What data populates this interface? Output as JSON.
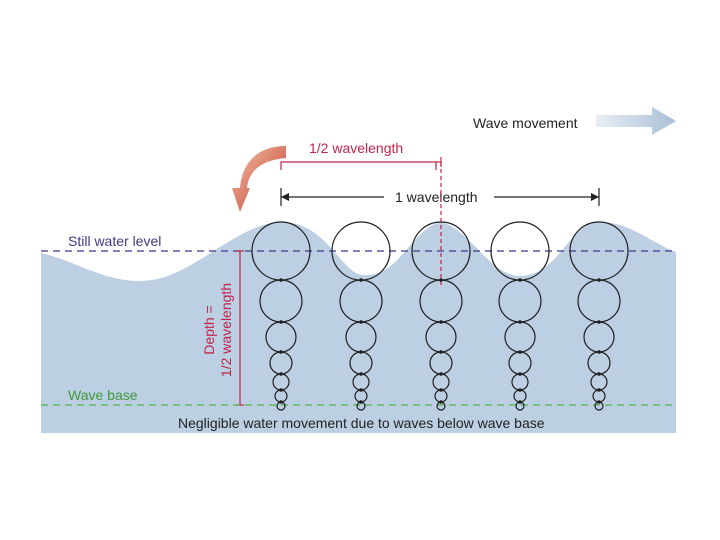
{
  "labels": {
    "wave_movement": "Wave movement",
    "half_wavelength": "1/2 wavelength",
    "one_wavelength": "1 wavelength",
    "still_water_level": "Still water level",
    "depth_line1": "Depth =",
    "depth_line2": "1/2 wavelength",
    "wave_base": "Wave base",
    "negligible": "Negligible water movement due to waves below wave base"
  },
  "colors": {
    "water": "#bccfe3",
    "accent_red": "#c0254a",
    "still_water": "#3f3a8c",
    "wave_base": "#4fb34a",
    "arrow_gray": "#c9d6e3",
    "text": "#222222"
  },
  "orbits": {
    "columns": 5,
    "circles_per_column": 7,
    "orbit_radii_decay": "decreasing with depth"
  }
}
